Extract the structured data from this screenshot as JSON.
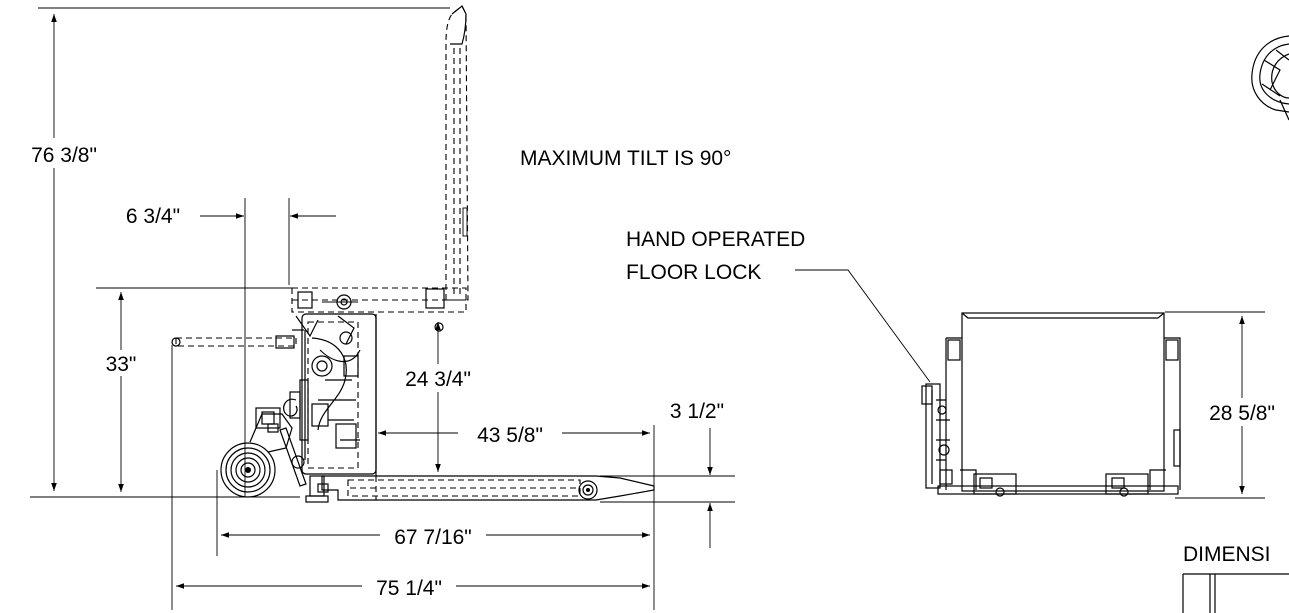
{
  "dimensions": {
    "overall_height": "76 3/8\"",
    "handle_offset": "6 3/4\"",
    "platform_height": "33\"",
    "lift_height": "24 3/4\"",
    "fork_length": "43 5/8\"",
    "fork_height": "3 1/2\"",
    "base_length": "67 7/16\"",
    "overall_length": "75 1/4\"",
    "side_height": "28 5/8\""
  },
  "notes": {
    "max_tilt": "MAXIMUM TILT IS 90°",
    "floor_lock_line1": "HAND OPERATED",
    "floor_lock_line2": "FLOOR LOCK"
  },
  "title_block": {
    "heading": "DIMENSI"
  }
}
